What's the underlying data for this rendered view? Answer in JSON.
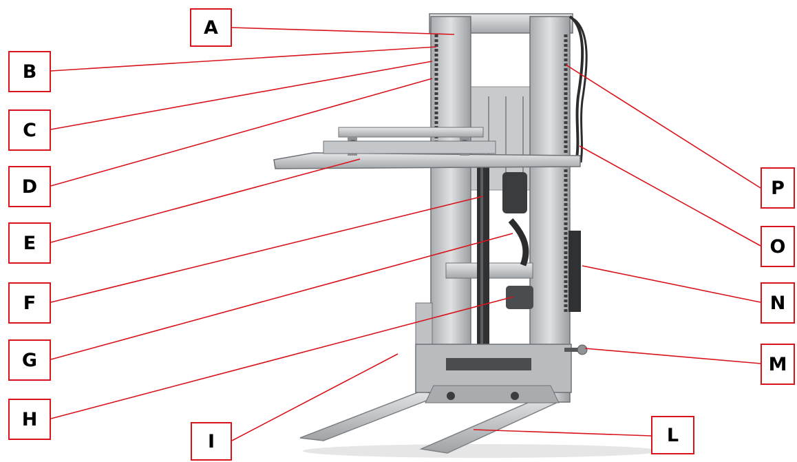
{
  "labels": {
    "a": "A",
    "b": "B",
    "c": "C",
    "d": "D",
    "e": "E",
    "f": "F",
    "g": "G",
    "h": "H",
    "i": "I",
    "l": "L",
    "m": "M",
    "n": "N",
    "o": "O",
    "p": "P"
  },
  "colors": {
    "leader_line": "#d9131b",
    "label_border": "#d9131b",
    "metal_light": "#d3d5d6",
    "metal_mid": "#b4b7ba",
    "metal_dark": "#6e7276",
    "cylinder": "#2f3133"
  }
}
